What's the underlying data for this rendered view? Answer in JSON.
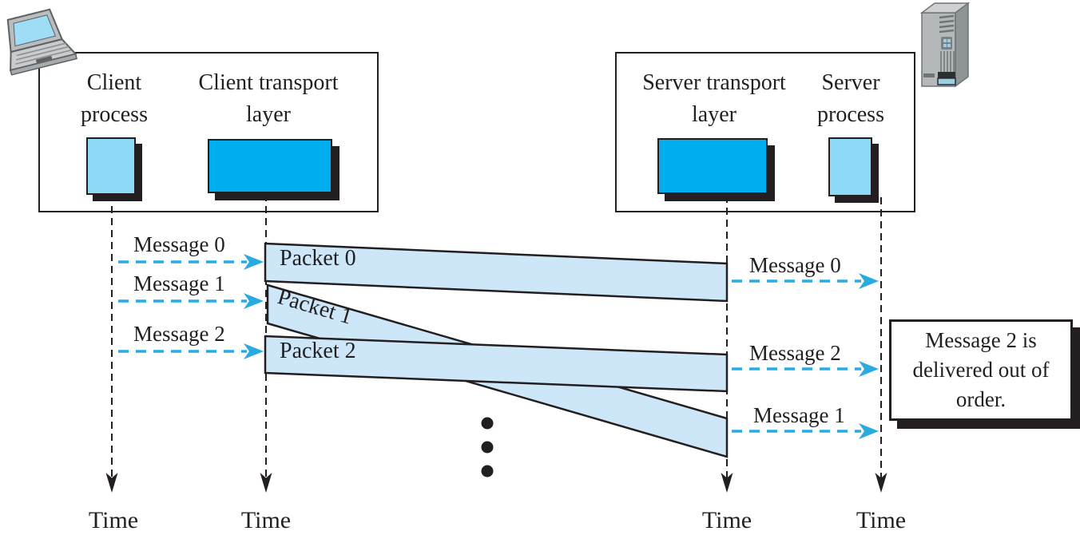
{
  "client_host": {
    "process_label": "Client process",
    "transport_label": "Client transport layer"
  },
  "server_host": {
    "transport_label": "Server transport layer",
    "process_label": "Server process"
  },
  "messages_left": [
    "Message 0",
    "Message 1",
    "Message 2"
  ],
  "messages_right": [
    "Message 0",
    "Message 2",
    "Message 1"
  ],
  "packets": [
    "Packet 0",
    "Packet 1",
    "Packet 2"
  ],
  "time_labels": [
    "Time",
    "Time",
    "Time",
    "Time"
  ],
  "note_text": "Message 2 is delivered out of order.",
  "icons": {
    "client": "laptop-icon",
    "server": "server-tower-icon"
  },
  "colors": {
    "transport_fill": "#00aeef",
    "process_fill": "#8ed8f8",
    "packet_fill": "#cde7f8",
    "arrow_cyan": "#29abe2",
    "ink": "#231f20"
  }
}
